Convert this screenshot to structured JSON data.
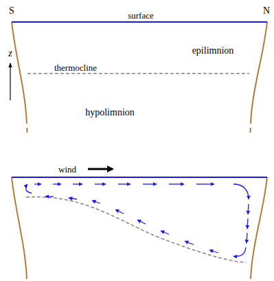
{
  "diagram": {
    "labels": [
      "S",
      "N",
      "surface",
      "epilimnion",
      "z",
      "thermocline",
      "hypolimnion",
      "wind"
    ]
  }
}
